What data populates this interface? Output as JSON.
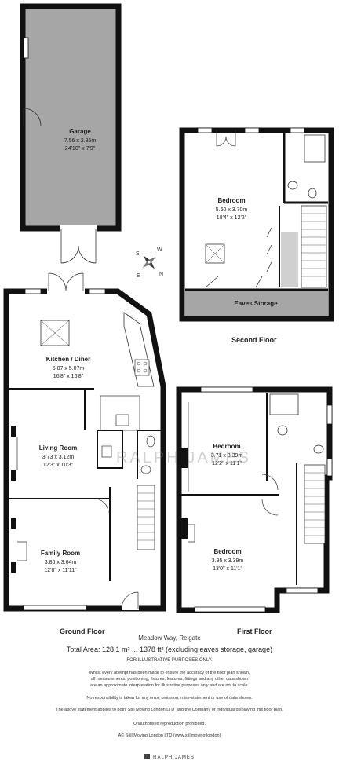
{
  "rooms": {
    "garage": {
      "name": "Garage",
      "metric": "7.56 x 2.35m",
      "imperial": "24'10\" x 7'9\""
    },
    "bedroom_second": {
      "name": "Bedroom",
      "metric": "5.60 x 3.70m",
      "imperial": "18'4\" x 12'2\""
    },
    "eaves": {
      "name": "Eaves Storage"
    },
    "kitchen": {
      "name": "Kitchen / Diner",
      "metric": "5.07 x 5.07m",
      "imperial": "16'8\" x 16'8\""
    },
    "living": {
      "name": "Living Room",
      "metric": "3.73 x 3.12m",
      "imperial": "12'3\" x 10'3\""
    },
    "family": {
      "name": "Family Room",
      "metric": "3.86 x 3.64m",
      "imperial": "12'8\" x 11'11\""
    },
    "bedroom_first_a": {
      "name": "Bedroom",
      "metric": "3.71 x 3.39m",
      "imperial": "12'2\" x 11'1\""
    },
    "bedroom_first_b": {
      "name": "Bedroom",
      "metric": "3.95 x 3.39m",
      "imperial": "13'0\" x 11'1\""
    }
  },
  "floors": {
    "second": "Second Floor",
    "ground": "Ground Floor",
    "first": "First Floor"
  },
  "compass": {
    "s": "S",
    "w": "W",
    "e": "E",
    "n": "N"
  },
  "watermark": "RALPH JAMES",
  "footer": {
    "address": "Meadow Way, Reigate",
    "total_area": "Total Area: 128.1 m² ... 1378 ft² (excluding eaves storage, garage)",
    "illustrative": "FOR ILLUSTRATIVE PURPOSES ONLY.",
    "disclaimer_1": "Whilst every attempt has been made to ensure the accuracy of the floor plan shown,",
    "disclaimer_2": "all measurements, positioning, fixtures, features, fittings and any other data shown",
    "disclaimer_3": "are an approximate interpretation for illustrative purposes only and are not to scale.",
    "liability": "No responsibility is taken for any error, omission, miss-statement or use of data shown.",
    "applies": "The above statement applies to both 'Still Moving London LTD' and the Company or individual displaying this floor plan.",
    "unauthorised": "Unauthorised reproduction prohibited.",
    "copyright": "Â© Still Moving London LTD (www.stillmoving.london)",
    "brand": "RALPH JAMES"
  },
  "colors": {
    "wall": "#111111",
    "garage_fill": "#a6a6a6",
    "eaves_fill": "#a6a6a6",
    "floor_fill": "#ffffff"
  }
}
